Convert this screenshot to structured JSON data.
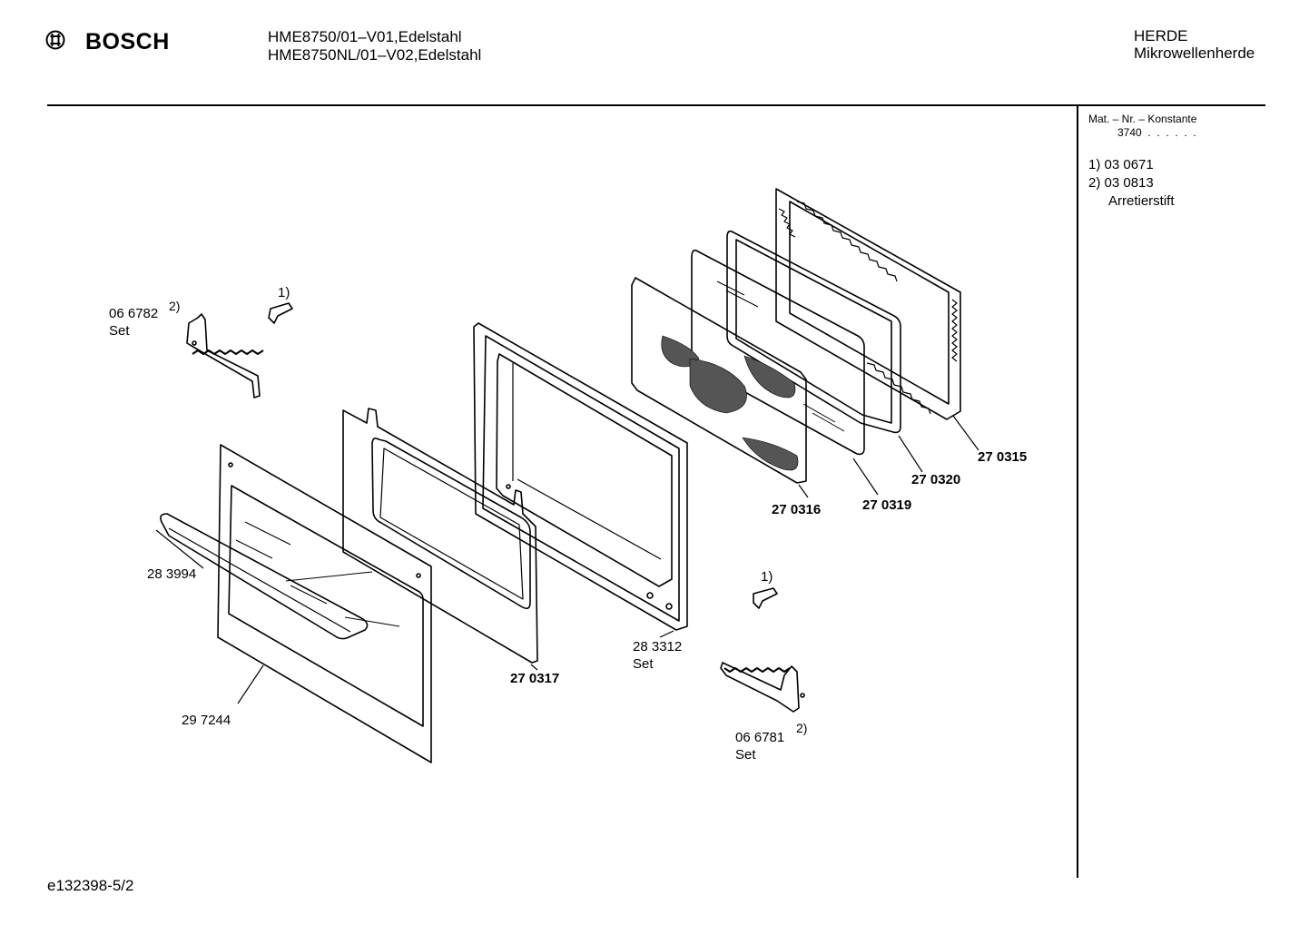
{
  "header": {
    "brand": "BOSCH",
    "models": [
      "HME8750/01–V01,Edelstahl",
      "HME8750NL/01–V02,Edelstahl"
    ],
    "category": [
      "HERDE",
      "Mikrowellenherde"
    ]
  },
  "sidebar": {
    "mat_title": "Mat. – Nr. – Konstante",
    "mat_value": "3740  .  .  .  .  .  .",
    "notes": [
      "1)  03 0671",
      "2)  03 0813",
      "Arretierstift"
    ]
  },
  "parts": {
    "p066782": "06 6782",
    "p066782_note": "2)",
    "p066782_set": "Set",
    "clip1_note": "1)",
    "p283994": "28 3994",
    "p297244": "29 7244",
    "p270317": "27 0317",
    "p283312": "28 3312",
    "p283312_set": "Set",
    "clip2_note": "1)",
    "p066781": "06 6781",
    "p066781_note": "2)",
    "p066781_set": "Set",
    "p270316": "27 0316",
    "p270319": "27 0319",
    "p270320": "27 0320",
    "p270315": "27 0315"
  },
  "footer": {
    "code": "e132398-5/2"
  }
}
